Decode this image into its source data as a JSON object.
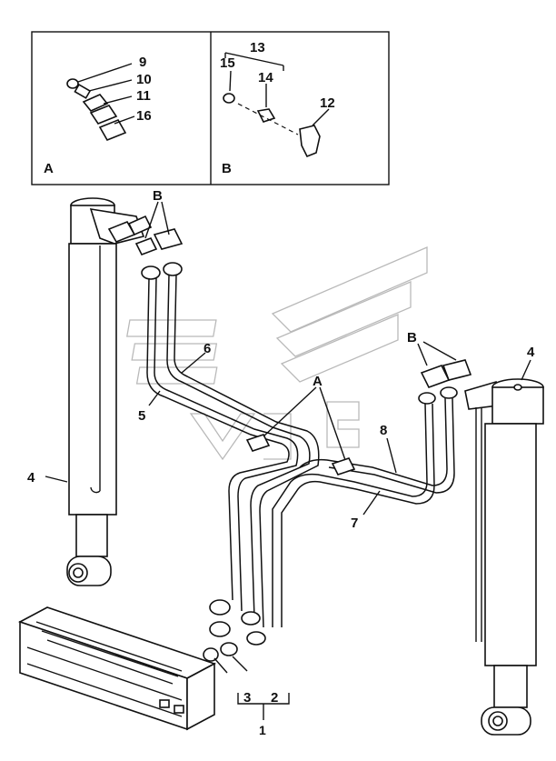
{
  "inset_a": {
    "panel_label": "A",
    "callouts": [
      "9",
      "10",
      "11",
      "16"
    ]
  },
  "inset_b": {
    "panel_label": "B",
    "group_label": "13",
    "callouts": [
      "15",
      "14",
      "12"
    ]
  },
  "main": {
    "callout_b_left": "B",
    "callout_b_right": "B",
    "callout_a_center": "A",
    "callout_4_left": "4",
    "callout_4_right": "4",
    "callout_6": "6",
    "callout_5": "5",
    "callout_8": "8",
    "callout_7": "7",
    "callout_3": "3",
    "callout_2": "2",
    "callout_1": "1"
  },
  "icons": [
    "lift-cylinder",
    "hydraulic-hose",
    "control-valve",
    "watermark-logo"
  ]
}
